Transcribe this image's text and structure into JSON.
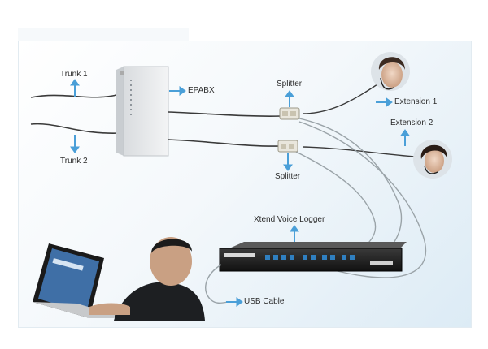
{
  "labels": {
    "trunk1": "Trunk 1",
    "trunk2": "Trunk 2",
    "epabx": "EPABX",
    "splitter_top": "Splitter",
    "splitter_bottom": "Splitter",
    "extension1": "Extension 1",
    "extension2": "Extension 2",
    "voice_logger": "Xtend Voice Logger",
    "usb_cable": "USB Cable"
  },
  "colors": {
    "arrow": "#4a9fd8",
    "cable": "#3a3a3a",
    "cable_grey": "#9aa3a8",
    "panel_bg": "#dcebf5"
  },
  "icons": {
    "epabx": "epabx-box-icon",
    "splitter": "splitter-icon",
    "logger": "voice-logger-device-icon",
    "laptop": "laptop-icon",
    "user": "user-at-laptop-icon",
    "agent1": "headset-agent-icon",
    "agent2": "headset-agent-icon"
  }
}
